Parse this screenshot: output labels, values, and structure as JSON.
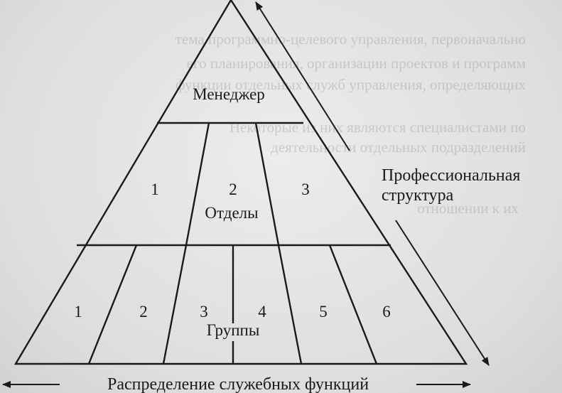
{
  "diagram": {
    "levels": {
      "top": {
        "label": "Менеджер"
      },
      "middle": {
        "label": "Отделы",
        "numbers": [
          "1",
          "2",
          "3"
        ]
      },
      "bottom": {
        "label": "Группы",
        "numbers": [
          "1",
          "2",
          "3",
          "4",
          "5",
          "6"
        ]
      }
    },
    "side_axis": {
      "label_line1": "Профессиональная",
      "label_line2": "структура"
    },
    "bottom_axis": {
      "label": "Распределение служебных функций"
    }
  },
  "background_text": [
    "тема программно-целевого управления, первоначально",
    "его планирования, организации проектов и программ",
    "функции отдельных служб управления, определяющих",
    "Некоторые из них являются специалистами по",
    "деятельности отдельных подразделений",
    "отношении к их"
  ],
  "colors": {
    "ink": "#1a1a1a",
    "paper": "#e4e4e4"
  }
}
